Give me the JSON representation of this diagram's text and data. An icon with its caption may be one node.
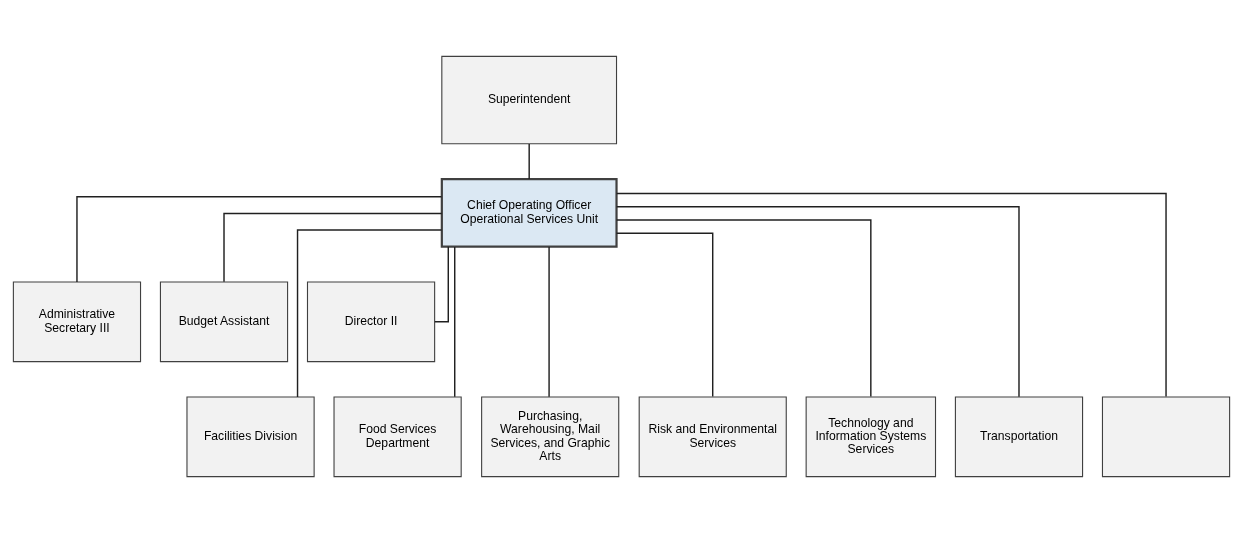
{
  "diagram": {
    "nodes": [
      {
        "text": [
          "Superintendent"
        ]
      },
      {
        "text": [
          "Chief Operating Officer",
          "Operational Services Unit"
        ]
      },
      {
        "text": [
          "Administrative Secretary III"
        ]
      },
      {
        "text": [
          "Budget Assistant"
        ]
      },
      {
        "text": [
          "Director II"
        ]
      },
      {
        "text": [
          "Facilities Division"
        ]
      },
      {
        "text": [
          "Food Services Department"
        ]
      },
      {
        "text": [
          "Purchasing, Warehousing, Mail Services, and Graphic Arts"
        ]
      },
      {
        "text": [
          "Risk and Environmental Services"
        ]
      },
      {
        "text": [
          "Technology and Information Systems Services"
        ]
      },
      {
        "text": [
          "Transportation"
        ]
      },
      {
        "text": [],
        "shape": "box"
      }
    ],
    "edges": [
      {
        "from": 0,
        "to": 1,
        "arrow": "none"
      },
      {
        "from": 1,
        "to": 2,
        "arrow": "none"
      },
      {
        "from": 1,
        "to": 3,
        "arrow": "none"
      },
      {
        "from": 1,
        "to": 4,
        "arrow": "none"
      },
      {
        "from": 1,
        "to": 5,
        "arrow": "none"
      },
      {
        "from": 1,
        "to": 6,
        "arrow": "none"
      },
      {
        "from": 1,
        "to": 7,
        "arrow": "none"
      },
      {
        "from": 1,
        "to": 8,
        "arrow": "none"
      },
      {
        "from": 1,
        "to": 9,
        "arrow": "none"
      },
      {
        "from": 1,
        "to": 10,
        "arrow": "none"
      },
      {
        "from": 1,
        "to": 11,
        "arrow": "none"
      }
    ]
  }
}
